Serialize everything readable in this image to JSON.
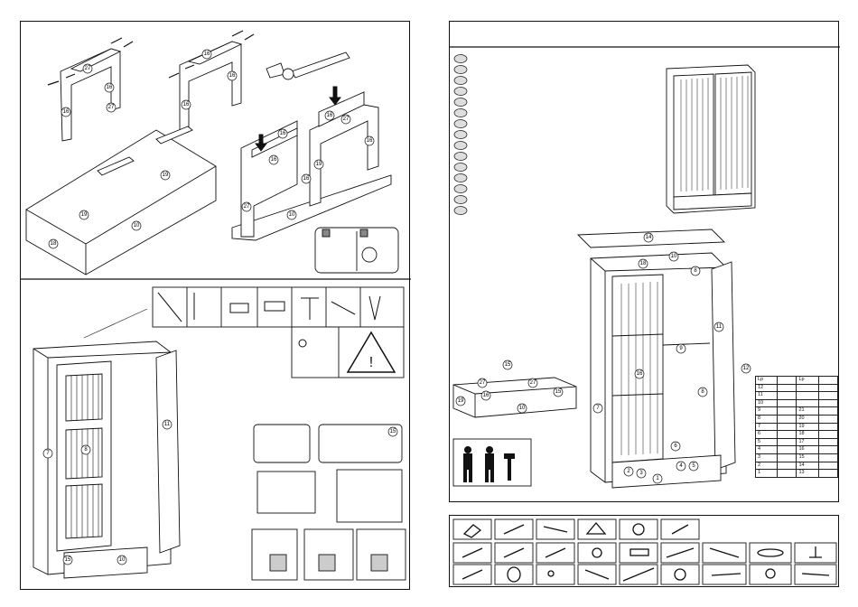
{
  "page": {
    "background": "#ffffff",
    "line_color": "#111111"
  },
  "left_panel": {
    "top_section": {
      "callouts": [
        "27",
        "16",
        "16",
        "27",
        "16",
        "16",
        "16",
        "19",
        "19",
        "10",
        "18",
        "16",
        "16",
        "27",
        "16",
        "16",
        "27",
        "16",
        "19",
        "10"
      ]
    },
    "bottom_section": {
      "tool_icons": [
        "knife-icon",
        "ruler-icon",
        "drill-icon",
        "hammer-drill-icon",
        "hammer-icon",
        "screwdriver-bit-icon",
        "pliers-icon"
      ],
      "warning_icons": [
        "two-people-icon",
        "warning-triangle-icon"
      ],
      "callouts": [
        "7",
        "8",
        "11",
        "15",
        "10",
        "15"
      ]
    }
  },
  "right_panel": {
    "header_title": "",
    "part_list_count": 15,
    "callouts": [
      "14",
      "18",
      "10",
      "8",
      "11",
      "7",
      "9",
      "8",
      "6",
      "12",
      "15",
      "16",
      "27",
      "27",
      "15",
      "19",
      "10",
      "16",
      "2",
      "3",
      "1",
      "4",
      "5"
    ],
    "lp_table": {
      "headers": [
        "Lp",
        "",
        "Lp",
        ""
      ],
      "rows": [
        [
          "12",
          "",
          "",
          ""
        ],
        [
          "11",
          "",
          "",
          ""
        ],
        [
          "10",
          "",
          "",
          ""
        ],
        [
          "9",
          "",
          "21",
          ""
        ],
        [
          "8",
          "",
          "20",
          ""
        ],
        [
          "7",
          "",
          "19",
          ""
        ],
        [
          "6",
          "",
          "18",
          ""
        ],
        [
          "5",
          "",
          "17",
          ""
        ],
        [
          "4",
          "",
          "16",
          ""
        ],
        [
          "3",
          "",
          "15",
          ""
        ],
        [
          "2",
          "",
          "14",
          ""
        ],
        [
          "1",
          "",
          "13",
          ""
        ]
      ]
    },
    "assembly_people_icon": "two-person-assembly-icon"
  },
  "hardware_panel": {
    "rows": [
      [
        "hinge-icon",
        "screw-icon",
        "bracket-icon",
        "corner-bracket-icon",
        "cam-lock-icon",
        "small-screw-icon"
      ],
      [
        "wood-screw-icon",
        "screw-icon",
        "nail-icon",
        "cam-lock-icon",
        "dowel-icon",
        "long-screw-icon",
        "threaded-bolt-icon",
        "round-disc-icon",
        "shelf-pin-icon"
      ],
      [
        "screw-icon",
        "cylinder-icon",
        "nuts-icon",
        "clips-icon",
        "rod-icon",
        "cam-icon",
        "connector-bolt-icon",
        "knob-icon",
        "pin-icon"
      ]
    ]
  }
}
